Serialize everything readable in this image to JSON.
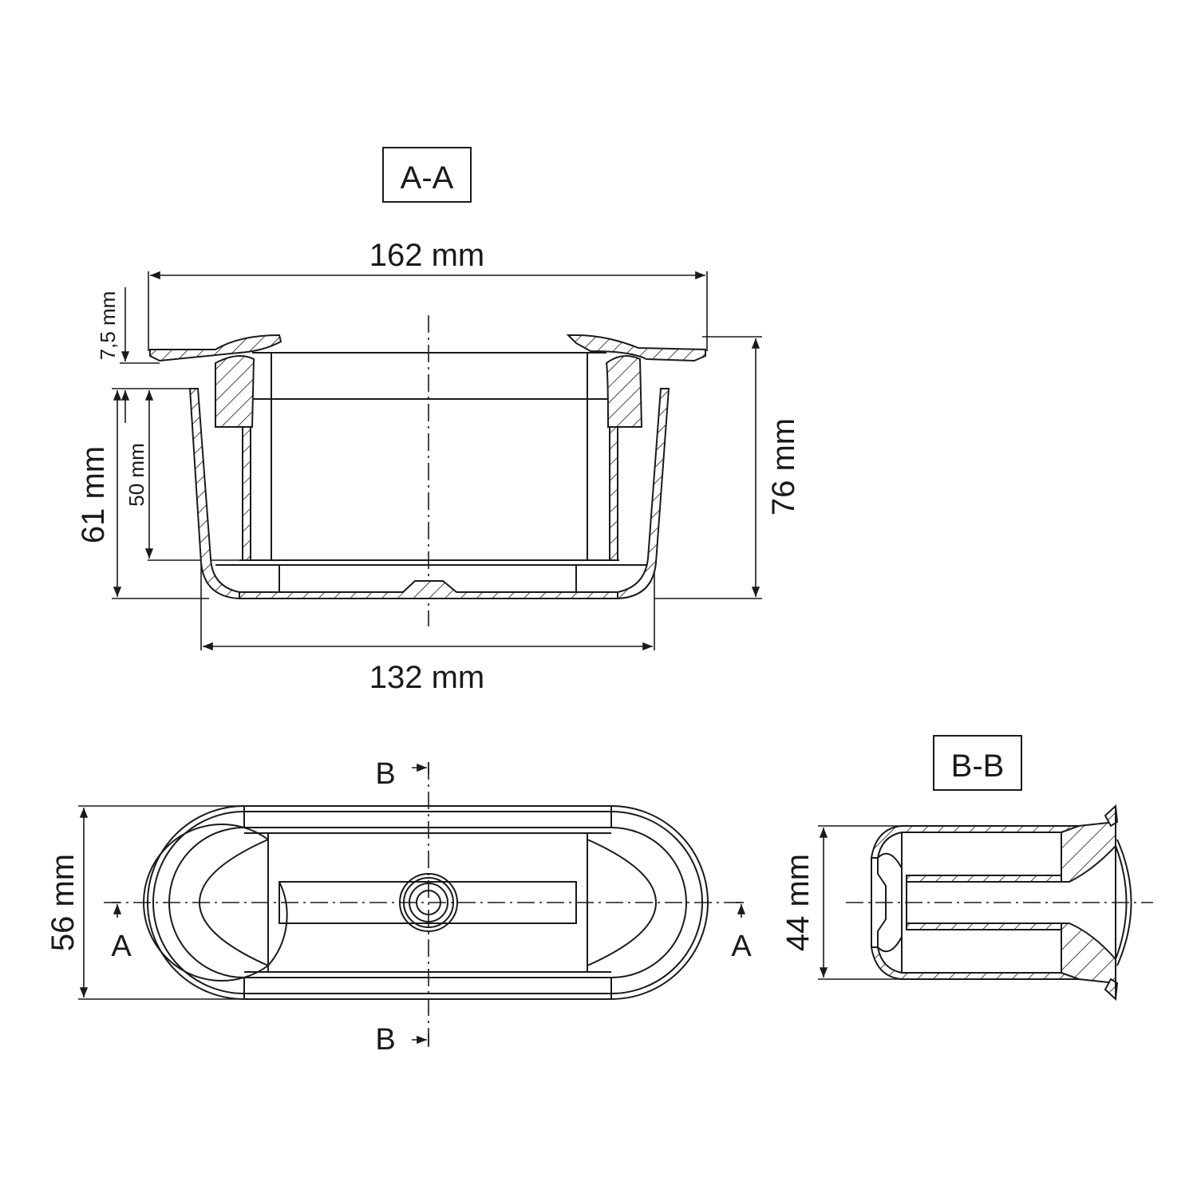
{
  "section_aa": {
    "title": "A-A",
    "dim_top_width": "162 mm",
    "dim_bottom_width": "132 mm",
    "dim_total_height": "76 mm",
    "dim_body_height": "61 mm",
    "dim_inner_height": "50 mm",
    "dim_rim": "7,5 mm"
  },
  "plan_view": {
    "dim_width": "56 mm",
    "section_a_left": "A",
    "section_a_right": "A",
    "section_b_top": "B",
    "section_b_bottom": "B"
  },
  "section_bb": {
    "title": "B-B",
    "dim_height": "44 mm"
  },
  "colors": {
    "line": "#1a1a1a",
    "background": "#ffffff"
  }
}
